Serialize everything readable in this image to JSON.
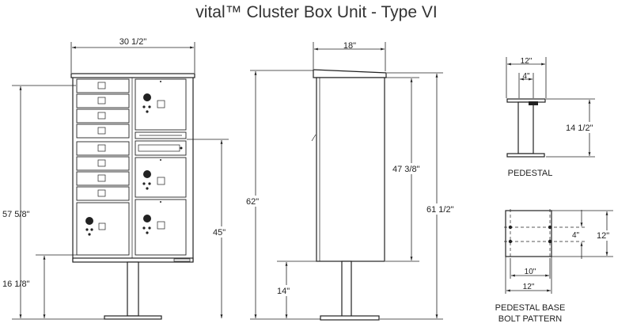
{
  "title": "vital™ Cluster Box Unit - Type VI",
  "front_view": {
    "width_label": "30 1/2\"",
    "height_label": "57 5/8\"",
    "ground_label": "16 1/8\"",
    "parcel_height_label": "45\""
  },
  "side_view": {
    "depth_label": "18\"",
    "body_height_label": "47 3/8\"",
    "total_height_label": "62\"",
    "outer_height_label": "61 1/2\"",
    "pedestal_height_label": "14\""
  },
  "pedestal": {
    "top_width_label": "12\"",
    "column_width_label": "4\"",
    "height_label": "14 1/2\"",
    "caption": "PEDESTAL"
  },
  "base_pattern": {
    "caption_line1": "PEDESTAL BASE",
    "caption_line2": "BOLT PATTERN",
    "inner_width_label": "10\"",
    "outer_width_label": "12\"",
    "inner_height_label": "4\"",
    "outer_height_label": "12\""
  },
  "colors": {
    "line": "#222222",
    "background": "#ffffff"
  }
}
